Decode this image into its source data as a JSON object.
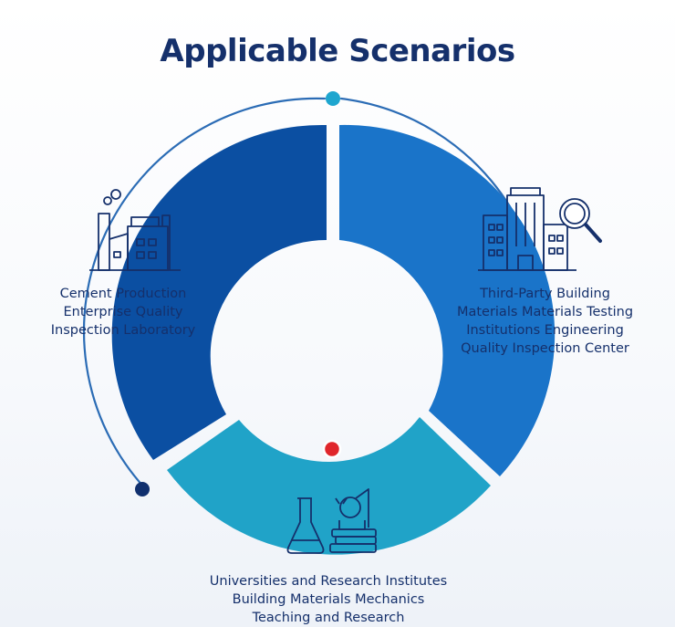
{
  "title": "Applicable Scenarios",
  "colors": {
    "title": "#15306b",
    "segment_left": "#0b4fa2",
    "segment_right": "#1a74c9",
    "segment_bottom": "#20a3c8",
    "ring": "#2b6cb5",
    "dot_top": "#1ea6cf",
    "dot_center": "#e0262b",
    "dot_left": "#10306e"
  },
  "segments": [
    {
      "id": "left",
      "icon": "factory-icon",
      "lines": [
        "Cement Production",
        "Enterprise Quality",
        "Inspection Laboratory"
      ]
    },
    {
      "id": "right",
      "icon": "office-building-magnifier-icon",
      "lines": [
        "Third-Party Building",
        "Materials Materials Testing",
        "Institutions Engineering",
        "Quality Inspection Center"
      ]
    },
    {
      "id": "bottom",
      "icon": "laboratory-flask-books-icon",
      "lines": [
        "Universities and Research Institutes",
        "Building Materials Mechanics",
        "Teaching and Research"
      ]
    }
  ]
}
